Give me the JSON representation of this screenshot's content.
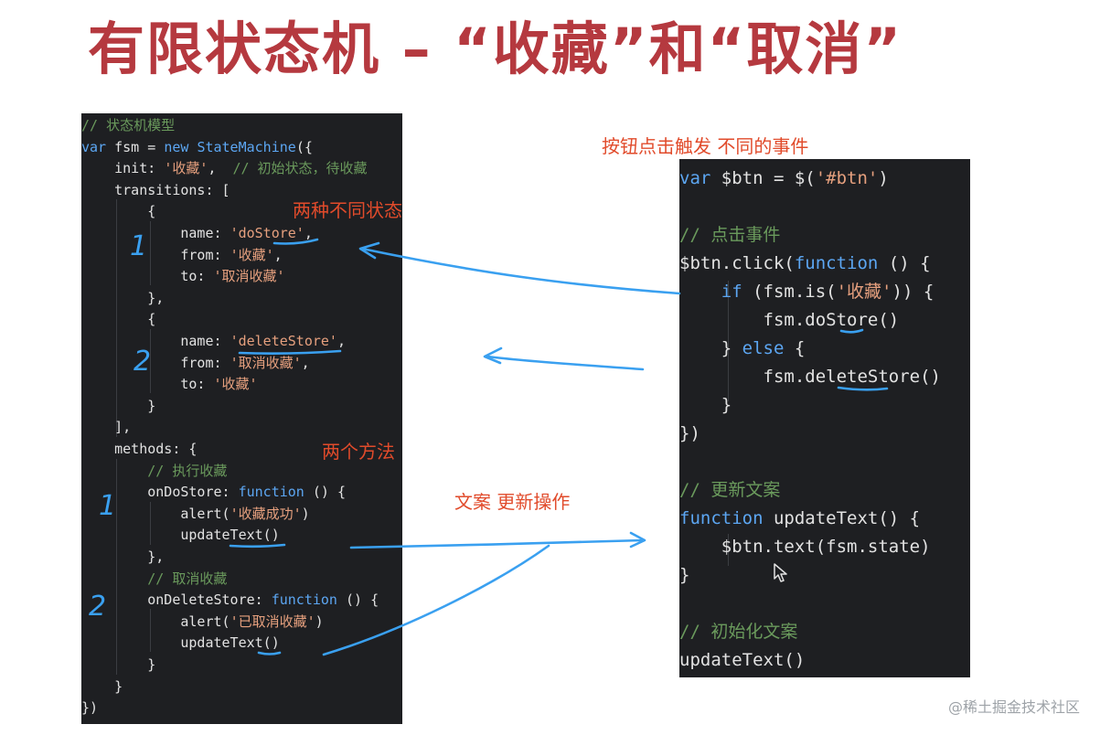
{
  "slide": {
    "title": "有限状态机 – “收藏”和“取消”"
  },
  "left_code": {
    "lines": [
      "// 状态机模型",
      "var fsm = new StateMachine({",
      "    init: '收藏',  // 初始状态，待收藏",
      "    transitions: [",
      "        {",
      "            name: 'doStore',",
      "            from: '收藏',",
      "            to: '取消收藏'",
      "        },",
      "        {",
      "            name: 'deleteStore',",
      "            from: '取消收藏',",
      "            to: '收藏'",
      "        }",
      "    ],",
      "    methods: {",
      "        // 执行收藏",
      "        onDoStore: function () {",
      "            alert('收藏成功')",
      "            updateText()",
      "        },",
      "        // 取消收藏",
      "        onDeleteStore: function () {",
      "            alert('已取消收藏')",
      "            updateText()",
      "        }",
      "    }",
      "})"
    ]
  },
  "right_code": {
    "lines": [
      "var $btn = $('#btn')",
      "",
      "// 点击事件",
      "$btn.click(function () {",
      "    if (fsm.is('收藏')) {",
      "        fsm.doStore()",
      "    } else {",
      "        fsm.deleteStore()",
      "    }",
      "})",
      "",
      "// 更新文案",
      "function updateText() {",
      "    $btn.text(fsm.state)",
      "}",
      "",
      "// 初始化文案",
      "updateText()"
    ]
  },
  "annotations": {
    "two_states": "两种不同状态",
    "two_methods": "两个方法",
    "button_events": "按钮点击触发 不同的事件",
    "update_text": "文案 更新操作",
    "num_1a": "1",
    "num_2a": "2",
    "num_1b": "1",
    "num_2b": "2"
  },
  "watermark": "@稀土掘金技术社区",
  "colors": {
    "title": "#b5393f",
    "annotation": "#e14b2b",
    "pen": "#3aa0f0",
    "code_bg": "#1e1f22",
    "keyword": "#5ca6f2",
    "string": "#e6a07e",
    "comment": "#6a9a5c"
  },
  "icons": [
    "mouse-cursor-icon"
  ]
}
